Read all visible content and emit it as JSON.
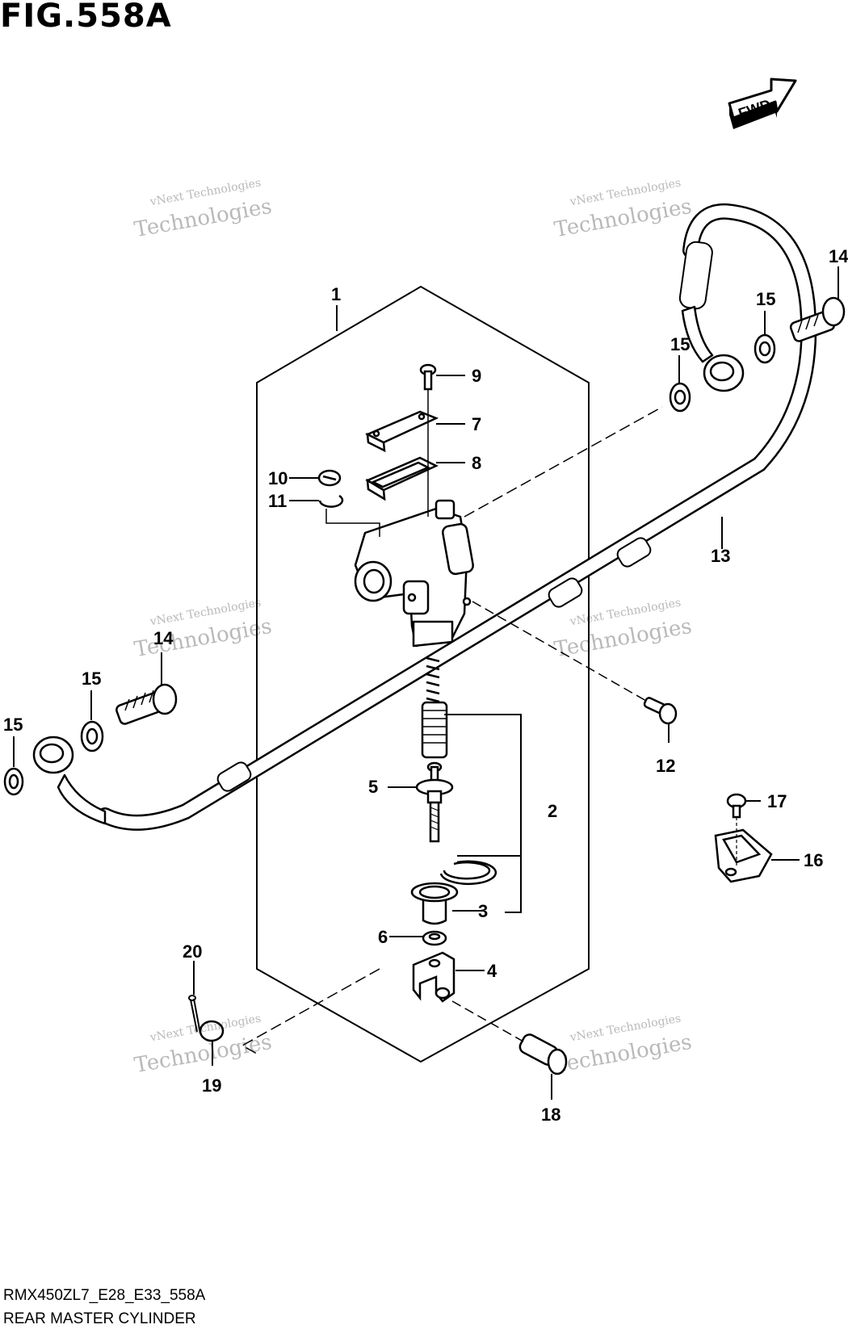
{
  "figure": {
    "title": "FIG.558A",
    "model_code": "RMX450ZL7_E28_E33_558A",
    "caption": "REAR MASTER CYLINDER",
    "direction_label": "FWD"
  },
  "callouts": {
    "c1": "1",
    "c2": "2",
    "c3": "3",
    "c4": "4",
    "c5": "5",
    "c6": "6",
    "c7": "7",
    "c8": "8",
    "c9": "9",
    "c10": "10",
    "c11": "11",
    "c12": "12",
    "c13": "13",
    "c14a": "14",
    "c14b": "14",
    "c15a": "15",
    "c15b": "15",
    "c15c": "15",
    "c15d": "15",
    "c16": "16",
    "c17": "17",
    "c18": "18",
    "c19": "19",
    "c20": "20"
  },
  "watermark": {
    "line1": "vNext Technologies",
    "line2": "Technologies"
  }
}
